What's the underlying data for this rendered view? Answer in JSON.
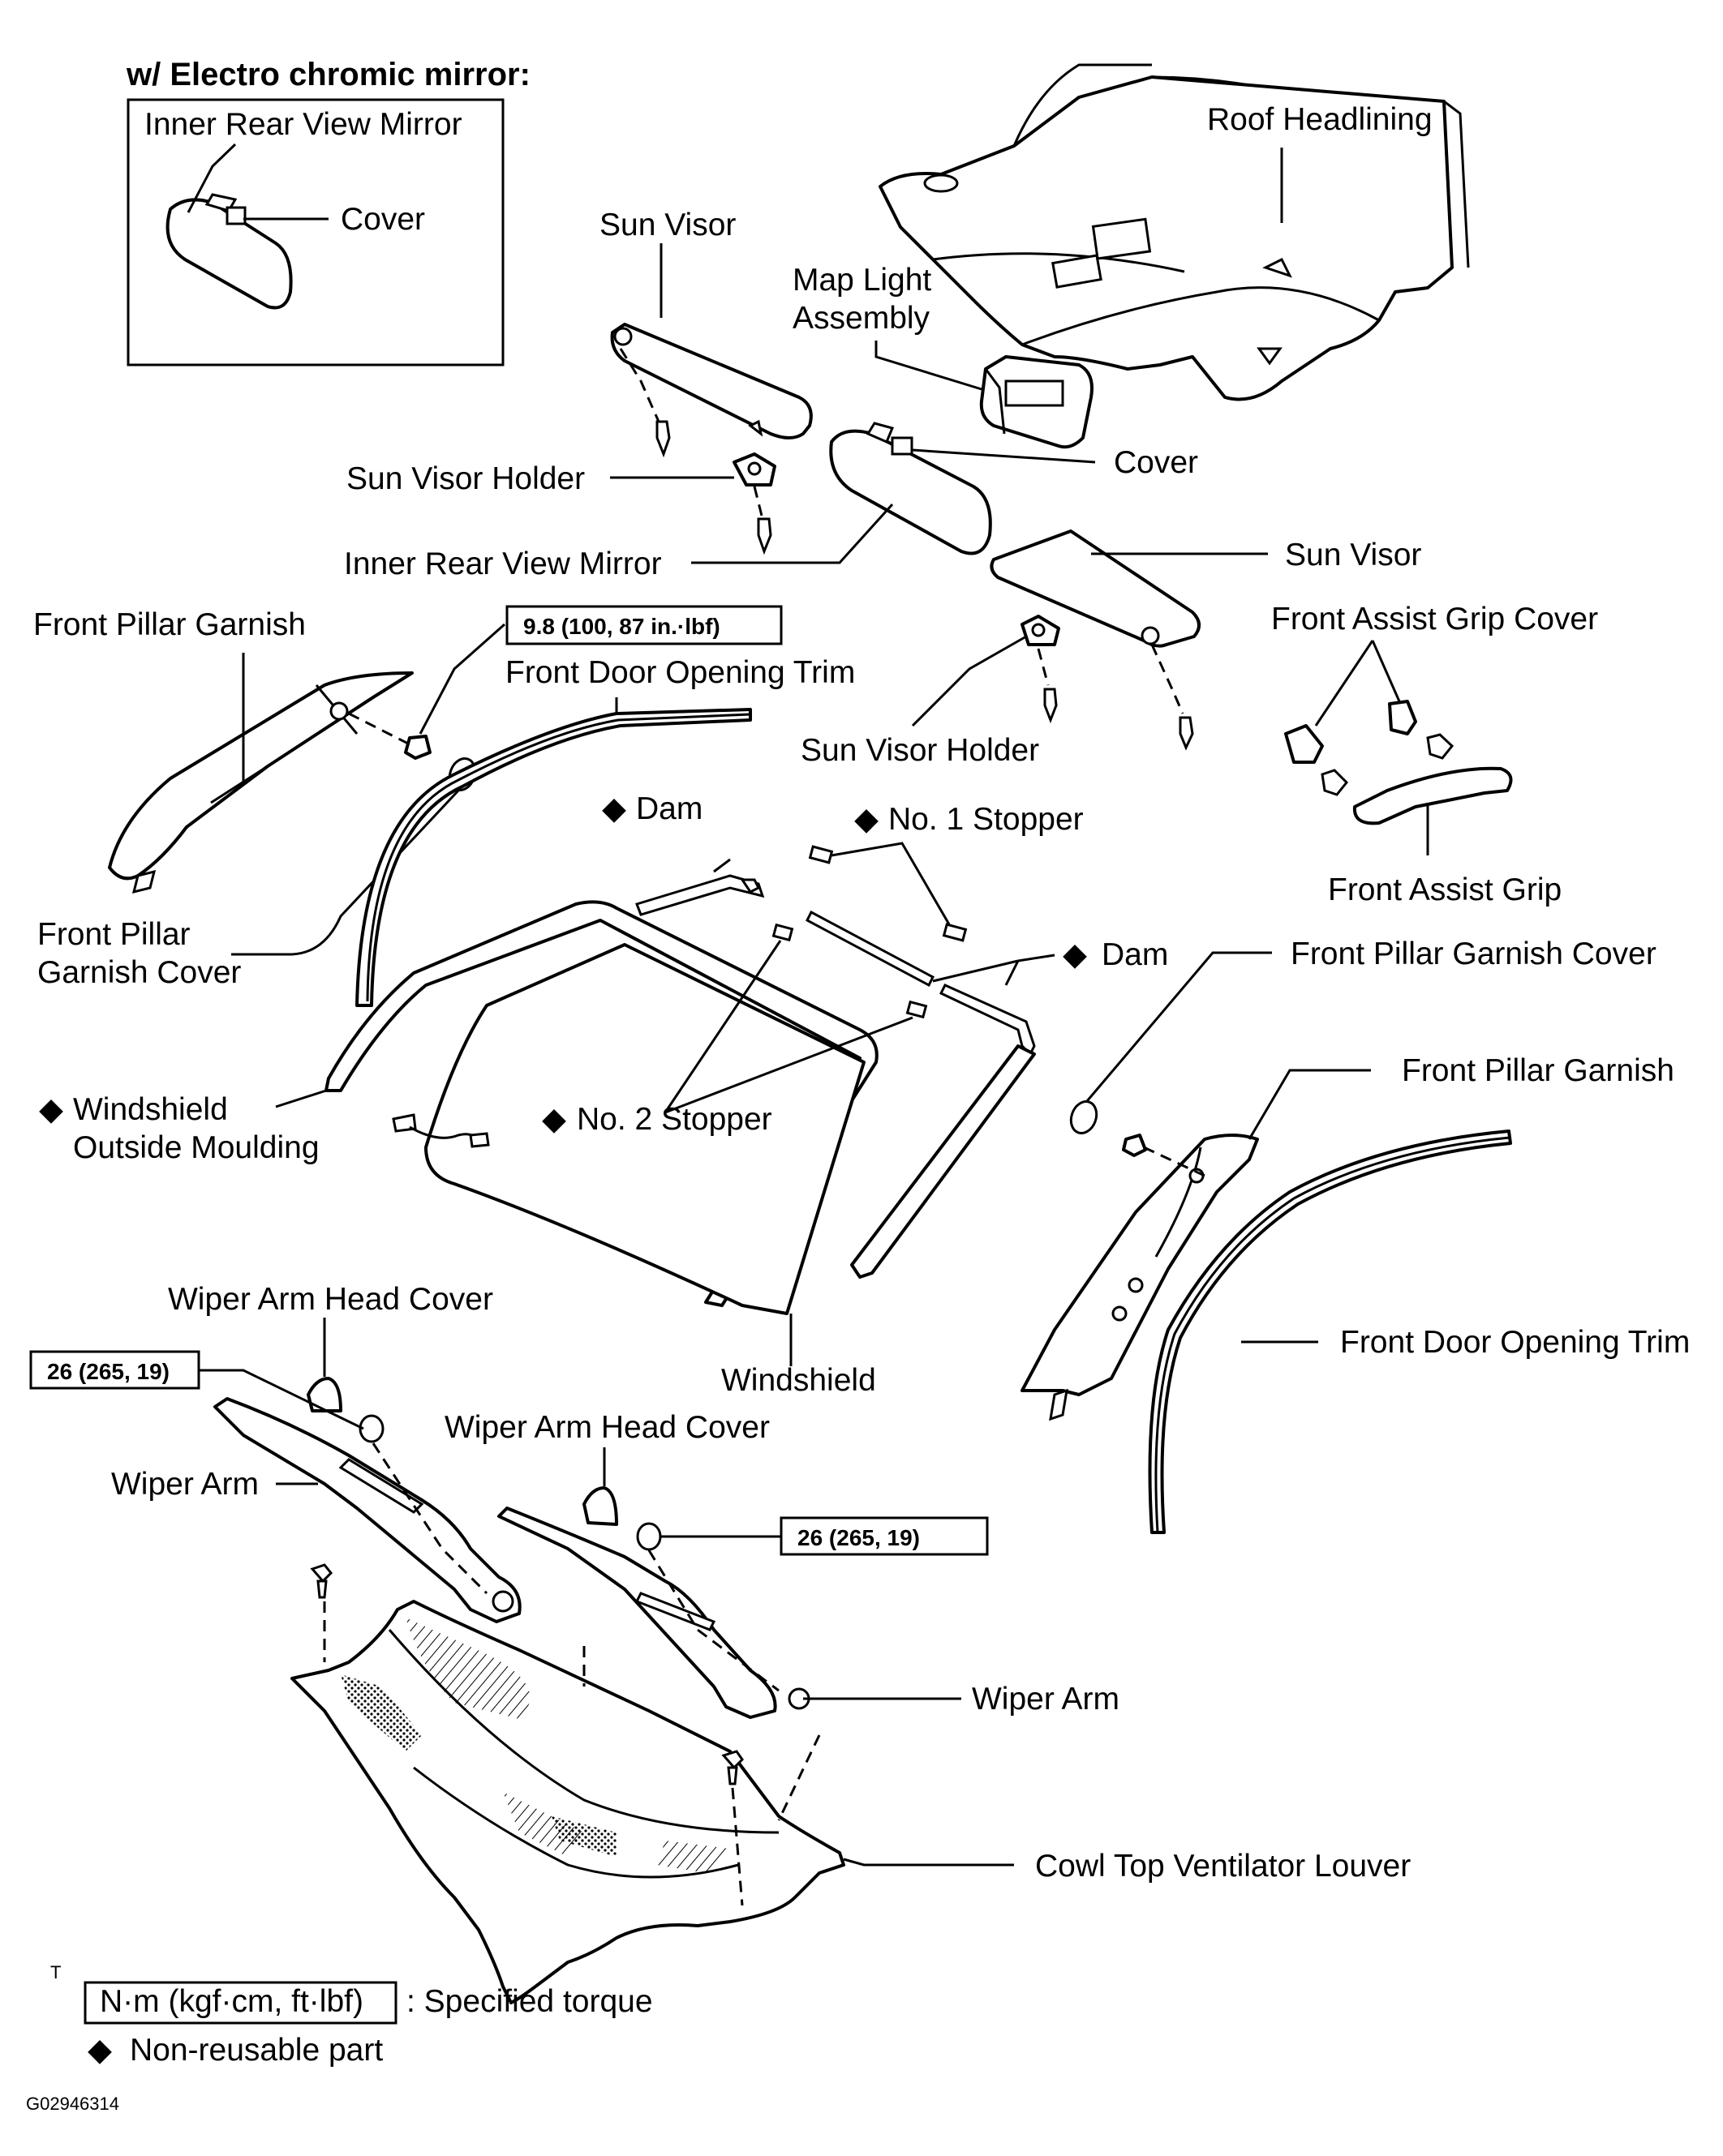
{
  "inset": {
    "title": "w/ Electro chromic mirror:",
    "mirror_label": "Inner Rear View Mirror",
    "cover_label": "Cover"
  },
  "labels": {
    "roof_headlining": "Roof Headlining",
    "sun_visor_left": "Sun Visor",
    "map_light_line1": "Map Light",
    "map_light_line2": "Assembly",
    "cover": "Cover",
    "sun_visor_holder_left": "Sun Visor Holder",
    "inner_rear_view_mirror": "Inner Rear View Mirror",
    "sun_visor_right": "Sun Visor",
    "front_assist_grip_cover": "Front Assist Grip Cover",
    "front_pillar_garnish_left": "Front Pillar Garnish",
    "front_door_opening_trim_top": "Front Door Opening Trim",
    "sun_visor_holder_right": "Sun Visor Holder",
    "dam_top": "Dam",
    "no1_stopper": "No. 1 Stopper",
    "front_assist_grip": "Front Assist Grip",
    "front_pillar_garnish_cover_left_line1": "Front Pillar",
    "front_pillar_garnish_cover_left_line2": "Garnish Cover",
    "dam_right": "Dam",
    "front_pillar_garnish_cover_right": "Front Pillar Garnish Cover",
    "front_pillar_garnish_right": "Front Pillar Garnish",
    "windshield_outside_moulding_line1": "Windshield",
    "windshield_outside_moulding_line2": "Outside Moulding",
    "no2_stopper": "No. 2 Stopper",
    "wiper_arm_head_cover_left": "Wiper Arm Head Cover",
    "front_door_opening_trim_right": "Front Door Opening Trim",
    "windshield": "Windshield",
    "wiper_arm_head_cover_center": "Wiper Arm Head Cover",
    "wiper_arm_left": "Wiper Arm",
    "wiper_arm_right": "Wiper Arm",
    "cowl_top_ventilator_louver": "Cowl Top Ventilator Louver"
  },
  "torque": {
    "pillar": "9.8 (100, 87 in.·lbf)",
    "wiper_left": "26 (265, 19)",
    "wiper_right": "26 (265, 19)"
  },
  "legend": {
    "marker": "T",
    "unit_box": "N·m (kgf·cm, ft·lbf)",
    "unit_desc": ": Specified torque",
    "nonreusable": "Non-reusable part",
    "diamond": "◆"
  },
  "figure_code": "G02946314"
}
